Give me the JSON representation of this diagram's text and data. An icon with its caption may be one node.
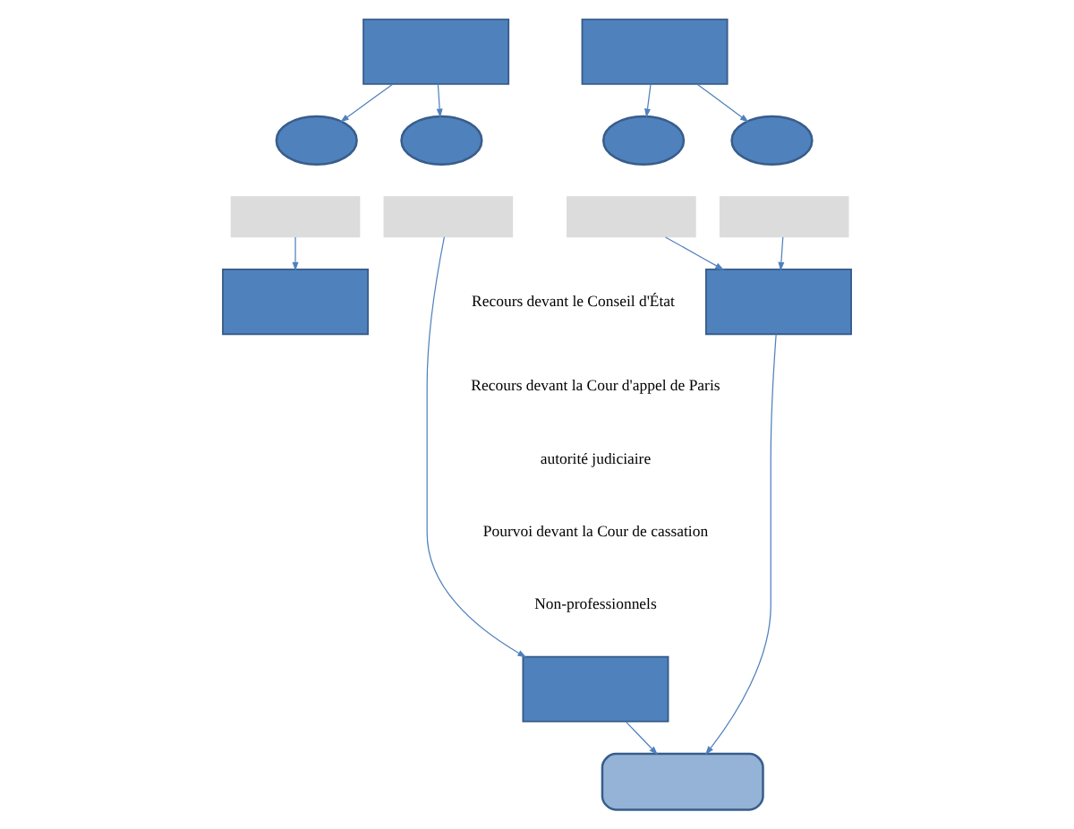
{
  "diagram": {
    "nodes": [
      {
        "text": [],
        "shape": "box"
      },
      {
        "text": [],
        "shape": "box"
      },
      {
        "text": [],
        "shape": "ellipse"
      },
      {
        "text": [],
        "shape": "ellipse"
      },
      {
        "text": [],
        "shape": "ellipse"
      },
      {
        "text": [],
        "shape": "ellipse"
      },
      {
        "text": [],
        "shape": "box"
      },
      {
        "text": [],
        "shape": "box"
      },
      {
        "text": [],
        "shape": "box"
      },
      {
        "text": [],
        "shape": "box"
      },
      {
        "text": [],
        "shape": "box"
      },
      {
        "text": [],
        "shape": "box"
      },
      {
        "text": [],
        "shape": "box"
      },
      {
        "text": [],
        "shape": "box"
      }
    ],
    "edges": [
      {
        "from": 0,
        "to": 2,
        "arrow": "to"
      },
      {
        "from": 0,
        "to": 3,
        "arrow": "to"
      },
      {
        "from": 1,
        "to": 4,
        "arrow": "to"
      },
      {
        "from": 1,
        "to": 5,
        "arrow": "to"
      },
      {
        "from": 6,
        "to": 10,
        "arrow": "to"
      },
      {
        "from": 7,
        "to": 11,
        "arrow": "to"
      },
      {
        "from": 8,
        "to": 12,
        "arrow": "to"
      },
      {
        "from": 9,
        "to": 12,
        "arrow": "to"
      },
      {
        "from": 11,
        "to": 13,
        "arrow": "to"
      },
      {
        "from": 12,
        "to": 13,
        "arrow": "to"
      }
    ],
    "labels": [
      "Recours devant le Conseil d'État",
      "Recours devant la Cour d'appel de Paris",
      "autorité judiciaire",
      "Pourvoi devant la Cour de cassation",
      "Non-professionnels"
    ]
  }
}
